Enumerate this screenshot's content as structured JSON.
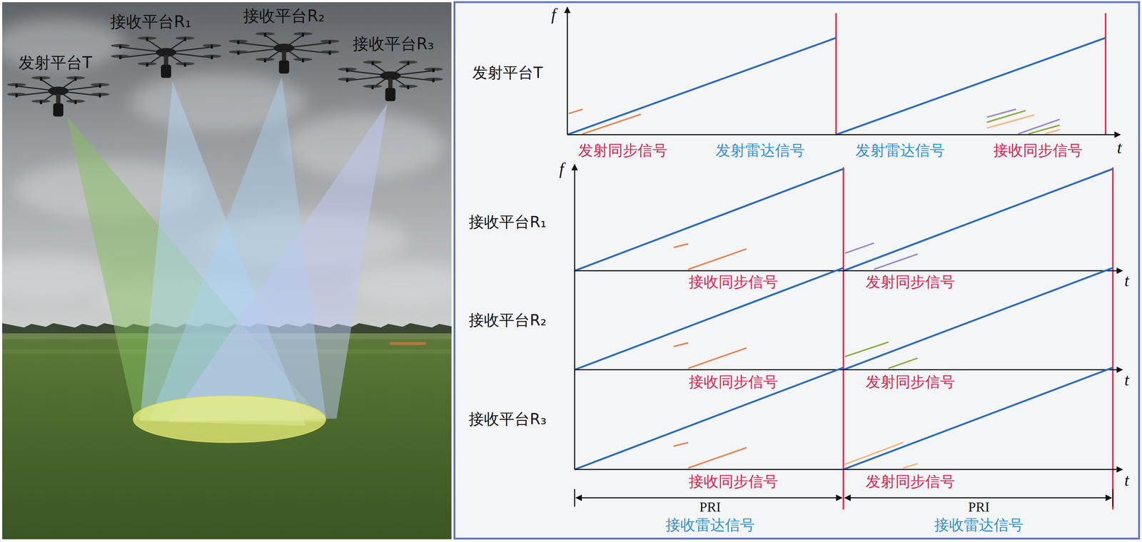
{
  "diagram": {
    "labels": [
      "发射平台T",
      "接收平台R₁",
      "接收平台R₂",
      "接收平台R₃",
      "f",
      "发射平台T",
      "t",
      "发射同步信号",
      "发射雷达信号",
      "发射雷达信号",
      "接收同步信号",
      "f",
      "接收平台R₁",
      "接收同步信号",
      "发射同步信号",
      "t",
      "接收平台R₂",
      "接收同步信号",
      "发射同步信号",
      "t",
      "接收平台R₃",
      "接收同步信号",
      "发射同步信号",
      "t",
      "PRI",
      "PRI",
      "接收雷达信号",
      "接收雷达信号"
    ]
  }
}
